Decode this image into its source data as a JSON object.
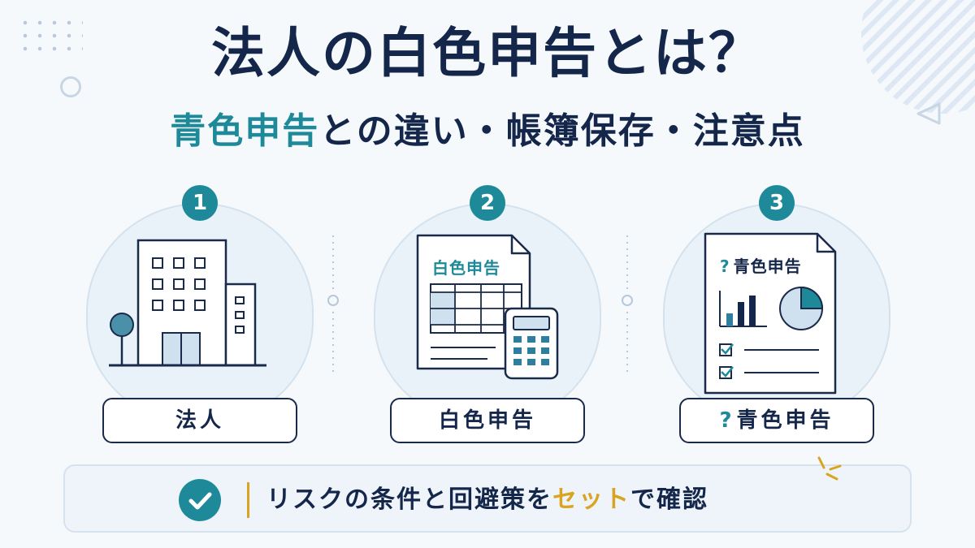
{
  "title": "法人の白色申告とは？",
  "subtitle": {
    "accent": "青色申告",
    "rest": "との違い・帳簿保存・注意点"
  },
  "steps": [
    {
      "number": "1",
      "label": "法人",
      "icon": "office-building-icon"
    },
    {
      "number": "2",
      "label": "白色申告",
      "doc_title": "白色申告",
      "icon": "spreadsheet-calculator-icon"
    },
    {
      "number": "3",
      "label": "青色申告",
      "label_mark": "?",
      "doc_title": "青色申告",
      "doc_mark": "?",
      "icon": "report-chart-icon"
    }
  ],
  "banner": {
    "text_before": "リスクの条件と回避策を",
    "text_highlight": "セット",
    "text_after": "で確認"
  },
  "colors": {
    "navy": "#14264a",
    "teal": "#1e8a99",
    "gold": "#d9a520",
    "background": "#f5f9fc"
  }
}
